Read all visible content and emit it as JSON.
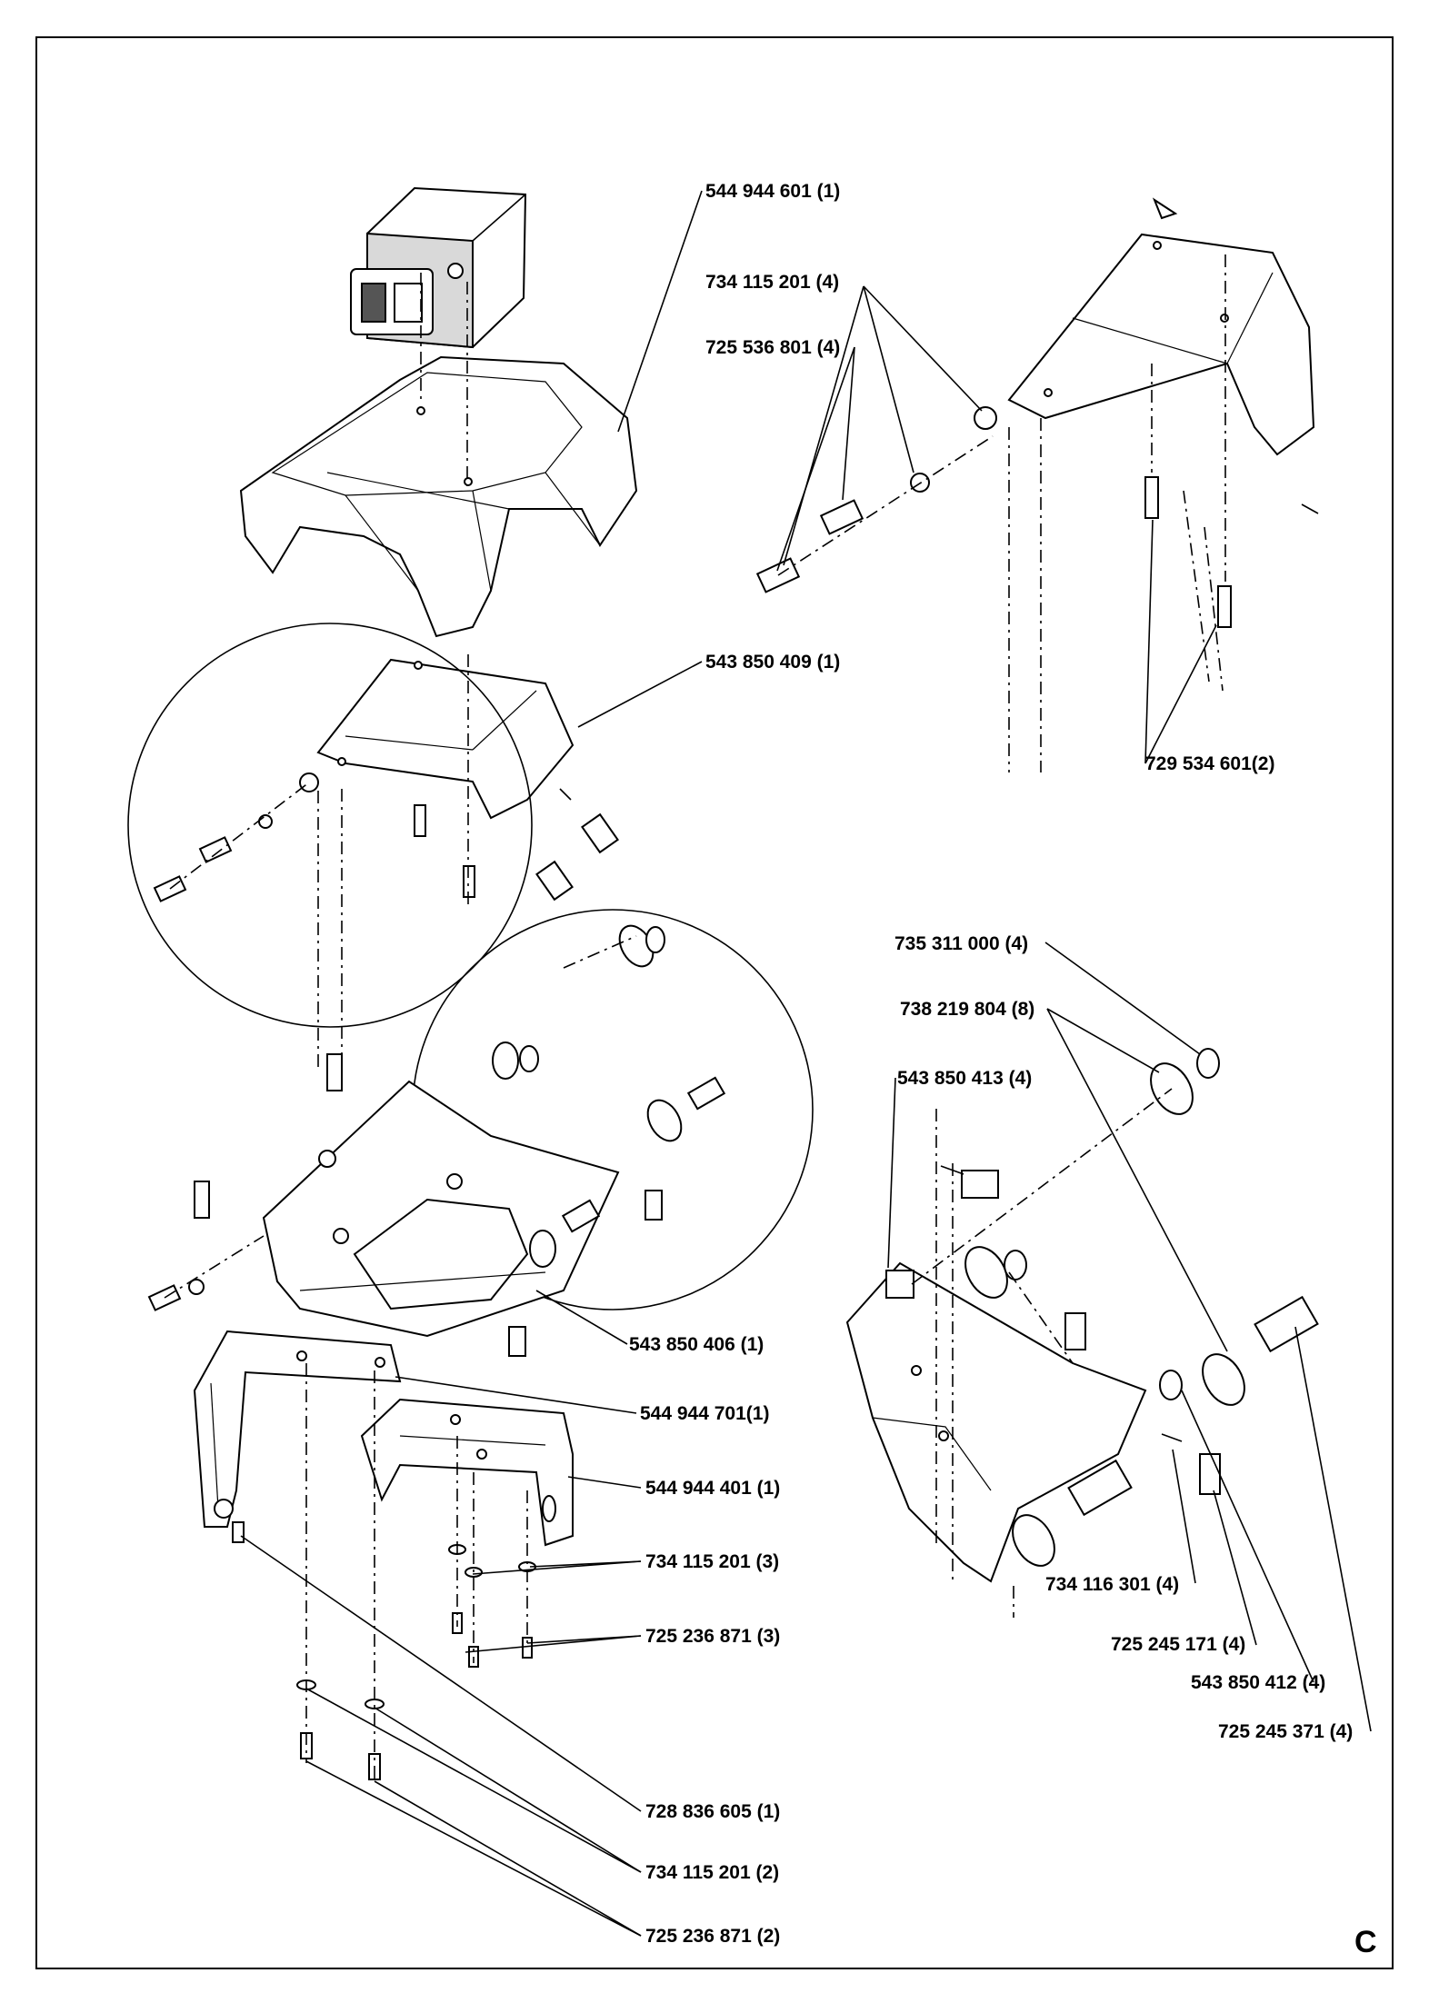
{
  "sheet_letter": "C",
  "part_labels": [
    {
      "id": "lbl-544944601",
      "text": "544 944 601 (1)"
    },
    {
      "id": "lbl-734115201-4",
      "text": "734 115 201 (4)"
    },
    {
      "id": "lbl-725536801-4",
      "text": "725 536 801 (4)"
    },
    {
      "id": "lbl-543850409-1",
      "text": "543 850 409 (1)"
    },
    {
      "id": "lbl-729534601-2",
      "text": "729 534 601(2)"
    },
    {
      "id": "lbl-735311000-4",
      "text": "735 311 000 (4)"
    },
    {
      "id": "lbl-738219804-8",
      "text": "738 219 804 (8)"
    },
    {
      "id": "lbl-543850413-4",
      "text": "543 850 413 (4)"
    },
    {
      "id": "lbl-543850406-1",
      "text": "543 850 406 (1)"
    },
    {
      "id": "lbl-544944701-1",
      "text": "544 944 701(1)"
    },
    {
      "id": "lbl-544944401-1",
      "text": "544 944 401 (1)"
    },
    {
      "id": "lbl-734115201-3",
      "text": "734 115 201 (3)"
    },
    {
      "id": "lbl-725236871-3",
      "text": "725 236 871 (3)"
    },
    {
      "id": "lbl-734116301-4",
      "text": "734 116 301 (4)"
    },
    {
      "id": "lbl-725245171-4",
      "text": "725 245 171 (4)"
    },
    {
      "id": "lbl-543850412-4",
      "text": "543 850 412 (4)"
    },
    {
      "id": "lbl-725245371-4",
      "text": "725 245 371 (4)"
    },
    {
      "id": "lbl-728836605-1",
      "text": "728 836 605 (1)"
    },
    {
      "id": "lbl-734115201-2",
      "text": "734 115 201 (2)"
    },
    {
      "id": "lbl-725236871-2",
      "text": "725 236 871 (2)"
    }
  ]
}
